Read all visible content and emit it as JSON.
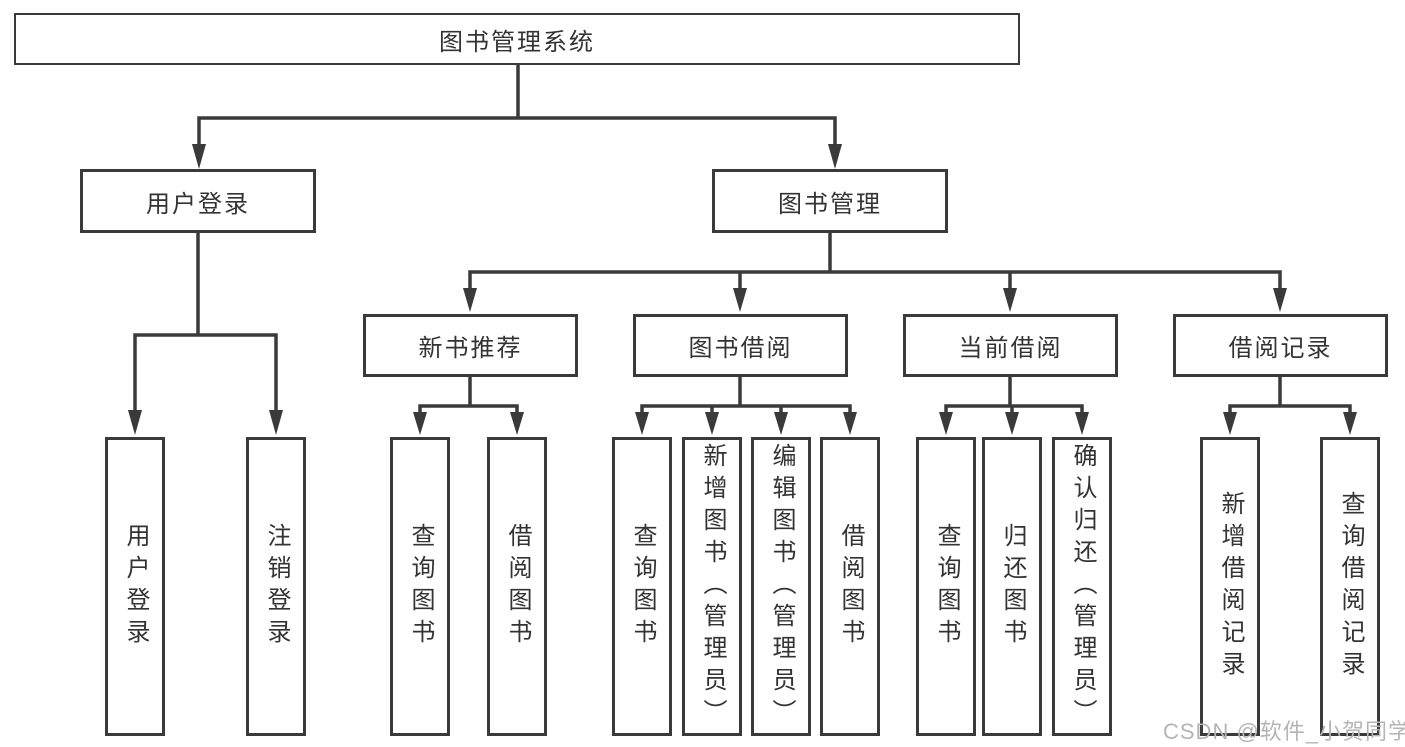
{
  "diagram": {
    "title": "图书管理系统",
    "level2": {
      "user_login": "用户登录",
      "book_mgmt": "图书管理"
    },
    "level3": {
      "new_book": "新书推荐",
      "book_borrow": "图书借阅",
      "current_borrow": "当前借阅",
      "borrow_record": "借阅记录"
    },
    "leaves": {
      "user_login": [
        "用户登录",
        "注销登录"
      ],
      "new_book": [
        "查询图书",
        "借阅图书"
      ],
      "book_borrow": [
        "查询图书",
        "新增图书（管理员）",
        "编辑图书（管理员）",
        "借阅图书"
      ],
      "current_borrow": [
        "查询图书",
        "归还图书",
        "确认归还（管理员）"
      ],
      "borrow_record": [
        "新增借阅记录",
        "查询借阅记录"
      ]
    },
    "watermark": "CSDN @软件_小贺同学"
  },
  "colors": {
    "line": "#3a3a3a",
    "text": "#333333",
    "watermark": "#b5b5b5",
    "background": "#ffffff"
  }
}
